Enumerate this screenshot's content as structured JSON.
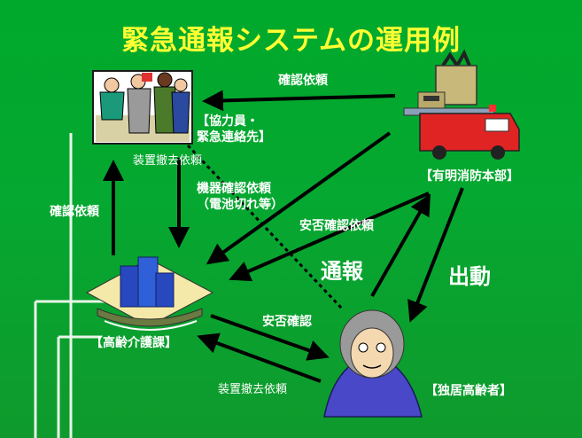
{
  "title": "緊急通報システムの運用例",
  "nodes": {
    "cooperator_line1": "【協力員・",
    "cooperator_line2": "緊急連絡先】",
    "fire_dept": "【有明消防本部】",
    "welfare": "【高齢介護課】",
    "elderly": "【独居高齢者】"
  },
  "labels": {
    "confirm_request_top": "確認依頼",
    "device_removal_top": "装置撤去依頼",
    "confirm_request_left": "確認依頼",
    "device_check_line1": "機器確認依頼",
    "device_check_line2": "（電池切れ等）",
    "safety_check_request": "安否確認依頼",
    "report": "通報",
    "dispatch": "出動",
    "safety_check": "安否確認",
    "device_removal_bottom": "装置撤去依頼"
  }
}
